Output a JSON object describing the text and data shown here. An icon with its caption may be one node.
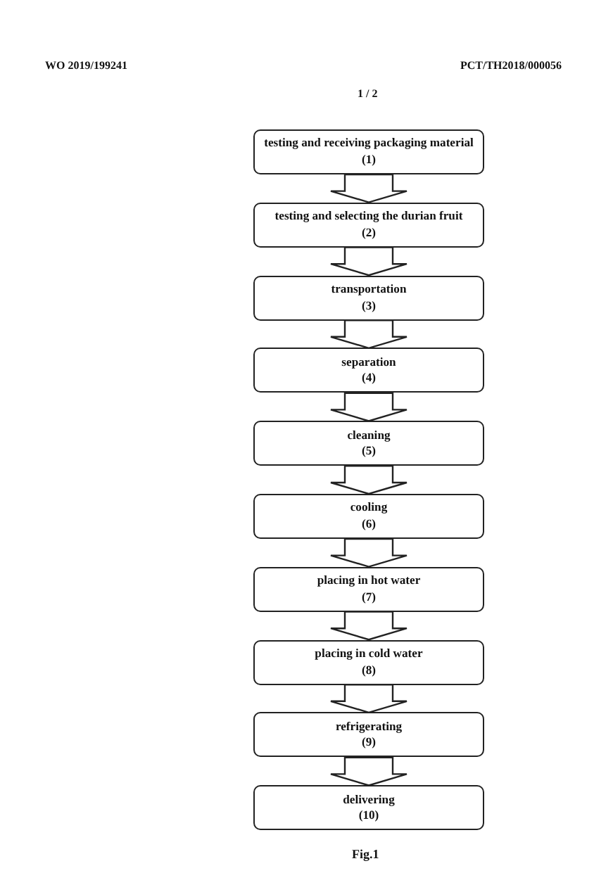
{
  "diagram": {
    "caption": "Fig.1",
    "nodes": [
      {
        "text": [
          "testing and receiving packaging material (1)"
        ]
      },
      {
        "text": [
          "testing and selecting the durian fruit",
          "(2)"
        ]
      },
      {
        "text": [
          "transportation",
          "(3)"
        ]
      },
      {
        "text": [
          "separation",
          "(4)"
        ]
      },
      {
        "text": [
          "cleaning",
          "(5)"
        ]
      },
      {
        "text": [
          "cooling",
          "(6)"
        ]
      },
      {
        "text": [
          "placing in hot water",
          "(7)"
        ]
      },
      {
        "text": [
          "placing in cold water",
          "(8)"
        ]
      },
      {
        "text": [
          "refrigerating",
          "(9)"
        ]
      },
      {
        "text": [
          "delivering",
          "(10)"
        ]
      }
    ],
    "edges": [
      {
        "from": 0,
        "to": 1,
        "arrow": "to"
      },
      {
        "from": 1,
        "to": 2,
        "arrow": "to"
      },
      {
        "from": 2,
        "to": 3,
        "arrow": "to"
      },
      {
        "from": 3,
        "to": 4,
        "arrow": "to"
      },
      {
        "from": 4,
        "to": 5,
        "arrow": "to"
      },
      {
        "from": 5,
        "to": 6,
        "arrow": "to"
      },
      {
        "from": 6,
        "to": 7,
        "arrow": "to"
      },
      {
        "from": 7,
        "to": 8,
        "arrow": "to"
      },
      {
        "from": 8,
        "to": 9,
        "arrow": "to"
      }
    ],
    "labels": [
      "WO 2019/199241",
      "PCT/TH2018/000056",
      "1 / 2"
    ]
  }
}
